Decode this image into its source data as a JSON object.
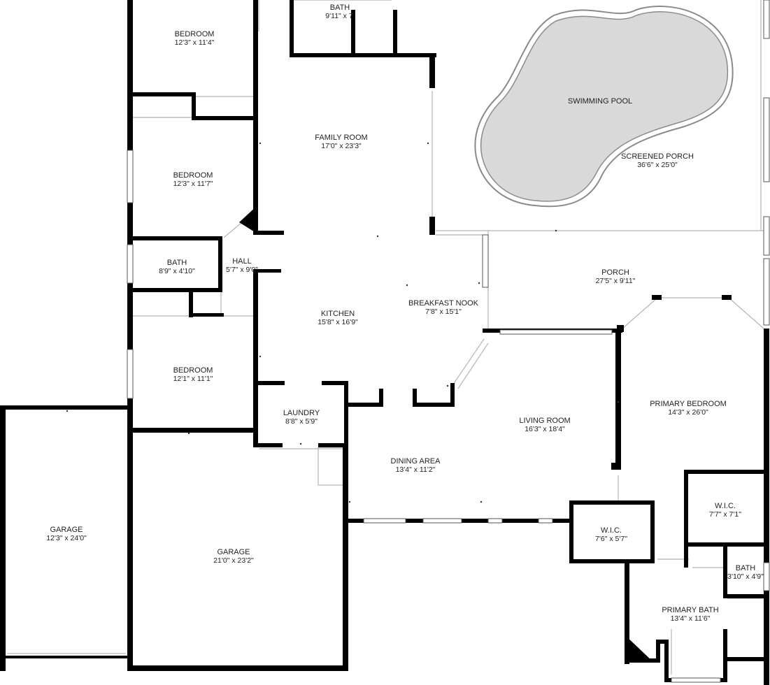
{
  "colors": {
    "wall": "#000000",
    "pool_fill": "#d9d9d9",
    "background": "#ffffff"
  },
  "rooms": {
    "bedroom_1": {
      "name": "BEDROOM",
      "size": "12'3\" x 11'4\""
    },
    "bath_top": {
      "name": "BATH",
      "size": "9'11\" x 7'"
    },
    "family_room": {
      "name": "FAMILY ROOM",
      "size": "17'0\" x 23'3\""
    },
    "swimming_pool": {
      "name": "SWIMMING POOL"
    },
    "screened_porch": {
      "name": "SCREENED PORCH",
      "size": "36'6\" x 25'0\""
    },
    "bedroom_2": {
      "name": "BEDROOM",
      "size": "12'3\" x 11'7\""
    },
    "bath_left": {
      "name": "BATH",
      "size": "8'9\" x 4'10\""
    },
    "hall": {
      "name": "HALL",
      "size": "5'7\" x 9'0\""
    },
    "porch": {
      "name": "PORCH",
      "size": "27'5\" x 9'11\""
    },
    "kitchen": {
      "name": "KITCHEN",
      "size": "15'8\" x 16'9\""
    },
    "breakfast_nook": {
      "name": "BREAKFAST NOOK",
      "size": "7'8\" x 15'1\""
    },
    "bedroom_3": {
      "name": "BEDROOM",
      "size": "12'1\" x 11'1\""
    },
    "laundry": {
      "name": "LAUNDRY",
      "size": "8'8\" x 5'9\""
    },
    "primary_bedroom": {
      "name": "PRIMARY BEDROOM",
      "size": "14'3\" x 26'0\""
    },
    "living_room": {
      "name": "LIVING ROOM",
      "size": "16'3\" x 18'4\""
    },
    "dining_area": {
      "name": "DINING AREA",
      "size": "13'4\" x 11'2\""
    },
    "wic_right": {
      "name": "W.I.C.",
      "size": "7'7\" x 7'1\""
    },
    "garage_small": {
      "name": "GARAGE",
      "size": "12'3\" x 24'0\""
    },
    "garage_large": {
      "name": "GARAGE",
      "size": "21'0\" x 23'2\""
    },
    "wic_center": {
      "name": "W.I.C.",
      "size": "7'6\" x 5'7\""
    },
    "bath_small": {
      "name": "BATH",
      "size": "3'10\" x 4'9\""
    },
    "primary_bath": {
      "name": "PRIMARY BATH",
      "size": "13'4\" x 11'6\""
    }
  }
}
